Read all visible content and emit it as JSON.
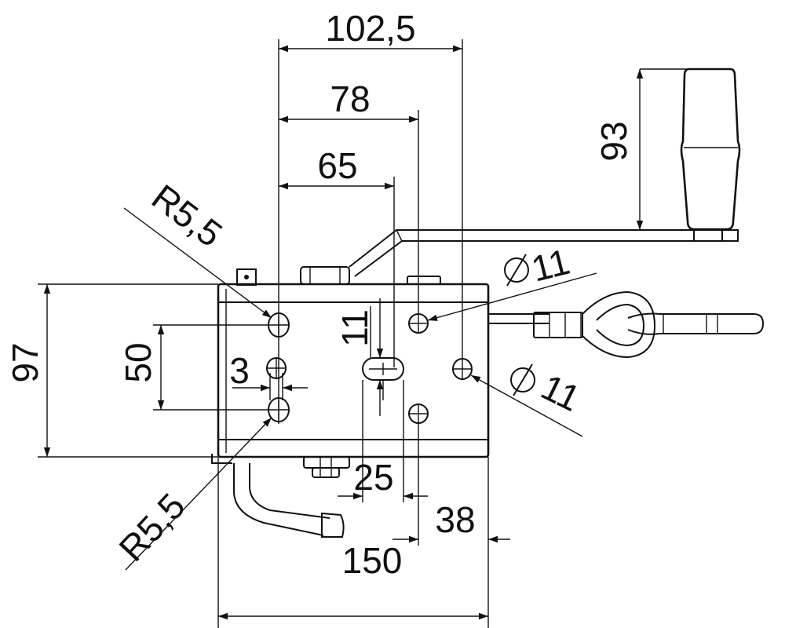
{
  "dimensions": {
    "width_top": "102,5",
    "width_78": "78",
    "width_65": "65",
    "handle_height": "93",
    "radius_top": "R5,5",
    "radius_bottom": "R5,5",
    "hole_dia_top": "11",
    "hole_dia_right": "11",
    "slot_height": "11",
    "height_97": "97",
    "spacing_50": "50",
    "offset_3": "3",
    "spacing_25": "25",
    "spacing_38": "38",
    "width_150": "150"
  },
  "diameter_symbol": "Ø"
}
